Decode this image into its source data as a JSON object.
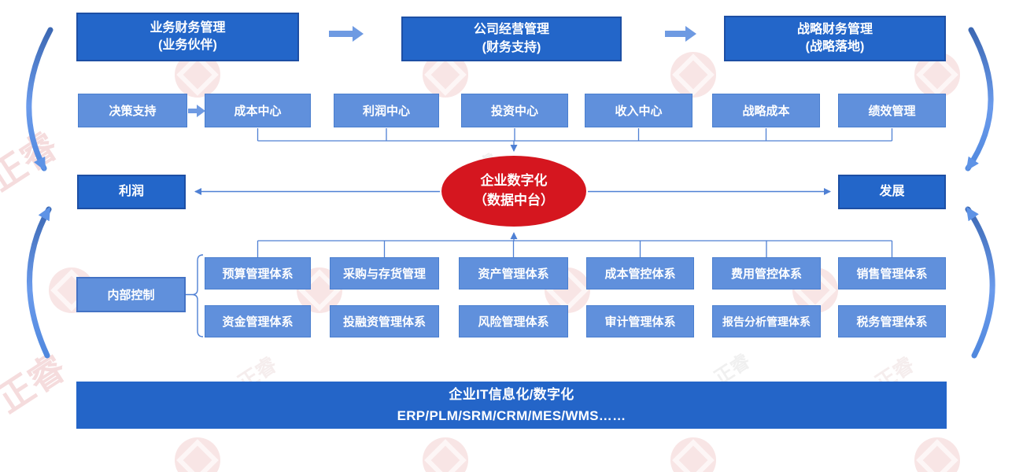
{
  "top_flow": {
    "boxes": [
      {
        "line1": "业务财务管理",
        "line2": "(业务伙伴)"
      },
      {
        "line1": "公司经营管理",
        "line2": "(财务支持)"
      },
      {
        "line1": "战略财务管理",
        "line2": "(战略落地)"
      }
    ]
  },
  "center_row": {
    "lead": "决策支持",
    "centers": [
      "成本中心",
      "利润中心",
      "投资中心",
      "收入中心",
      "战略成本",
      "绩效管理"
    ]
  },
  "hub": {
    "line1": "企业数字化",
    "line2": "（数据中台）"
  },
  "sides": {
    "left": "利润",
    "right": "发展"
  },
  "control": {
    "label": "内部控制"
  },
  "systems": {
    "row1": [
      "预算管理体系",
      "采购与存货管理",
      "资产管理体系",
      "成本管控体系",
      "费用管控体系",
      "销售管理体系"
    ],
    "row2": [
      "资金管理体系",
      "投融资管理体系",
      "风险管理体系",
      "审计管理体系",
      "报告分析管理体系",
      "税务管理体系"
    ]
  },
  "banner": {
    "line1": "企业IT信息化/数字化",
    "line2": "ERP/PLM/SRM/CRM/MES/WMS……"
  },
  "watermark": {
    "text": "正睿"
  },
  "colors": {
    "dark_blue": "#2366c9",
    "light_blue": "#6090dc",
    "red": "#d5161f",
    "line_blue": "#4f80d4",
    "banner_blue": "#2465c8"
  }
}
